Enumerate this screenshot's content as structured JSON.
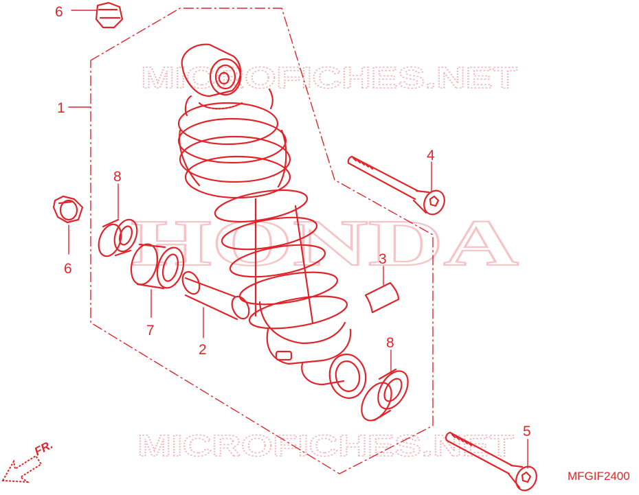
{
  "watermarks": {
    "top": "MICROFICHES.NET",
    "middle": "HONDA",
    "bottom": "MICROFICHES.NET"
  },
  "direction_marker": {
    "label": "FR."
  },
  "diagram_code": "MFGIF2400",
  "callouts": {
    "c1": "1",
    "c2": "2",
    "c3": "3",
    "c4": "4",
    "c5": "5",
    "c6_top": "6",
    "c6_left": "6",
    "c7": "7",
    "c8_left": "8",
    "c8_right": "8"
  },
  "colors": {
    "line": "#e0242a",
    "watermark": "#f3b6b8",
    "background": "#ffffff"
  }
}
